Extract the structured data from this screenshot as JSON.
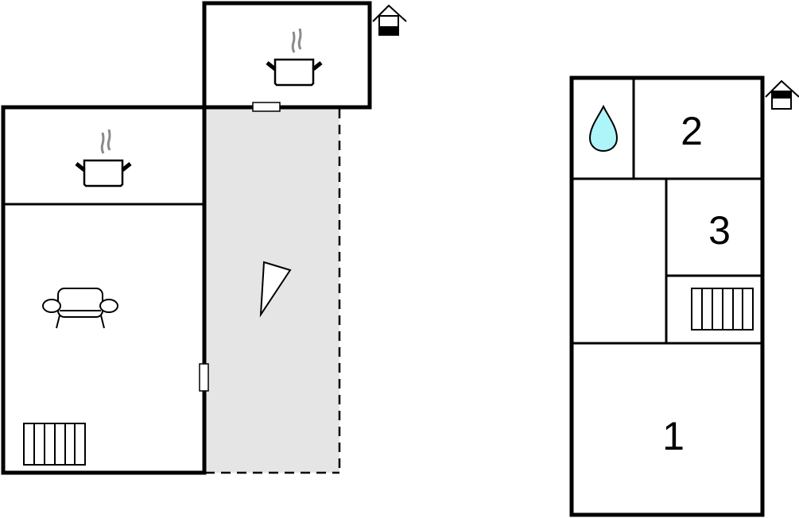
{
  "floor_plan": {
    "room_labels": {
      "room_1": "1",
      "room_2": "2",
      "room_3": "3"
    },
    "icons": [
      "kitchen-pot-icon",
      "sofa-icon",
      "radiator-icon",
      "water-drop-icon",
      "house-entrance-icon",
      "terrace-triangle-icon"
    ],
    "colors": {
      "wall": "#000000",
      "terrace": "#e5e5e5",
      "water": "#aef5fa",
      "steam": "#8a8a8a"
    }
  }
}
